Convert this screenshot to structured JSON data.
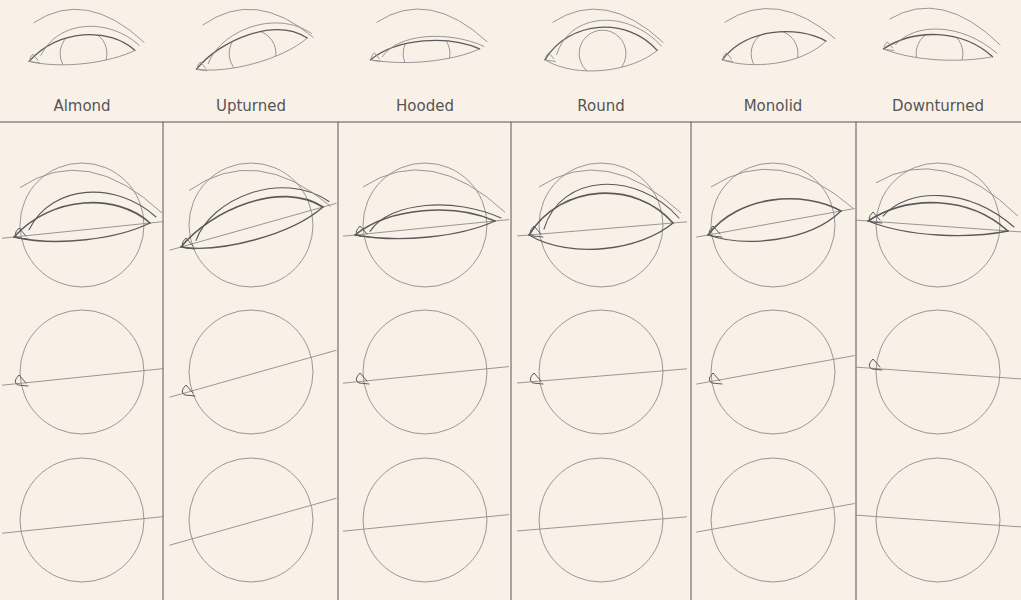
{
  "diagram": {
    "labels": [
      "Almond",
      "Upturned",
      "Hooded",
      "Round",
      "Monolid",
      "Downturned"
    ]
  }
}
